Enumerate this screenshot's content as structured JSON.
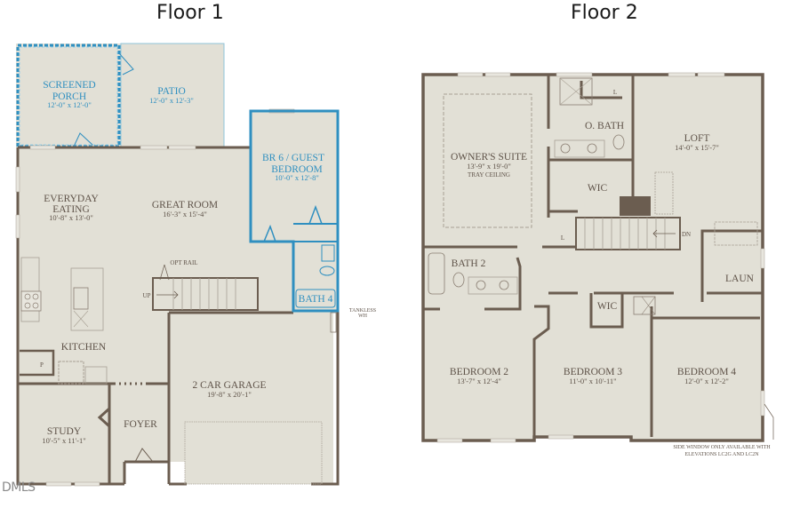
{
  "floors": [
    {
      "title": "Floor 1",
      "rooms": [
        {
          "name": "SCREENED",
          "name2": "PORCH",
          "dims": "12'-0\" x 12'-0\"",
          "highlight": true
        },
        {
          "name": "PATIO",
          "dims": "12'-0\" x 12'-3\""
        },
        {
          "name": "BR 6 / GUEST",
          "name2": "BEDROOM",
          "dims": "10'-0\" x 12'-8\"",
          "highlight": true
        },
        {
          "name": "EVERYDAY",
          "name2": "EATING",
          "dims": "10'-8\" x 13'-0\""
        },
        {
          "name": "GREAT ROOM",
          "dims": "16'-3\" x 15'-4\""
        },
        {
          "name": "BATH 4",
          "highlight": true
        },
        {
          "name": "KITCHEN"
        },
        {
          "name": "2 CAR GARAGE",
          "dims": "19'-8\" x 20'-1\""
        },
        {
          "name": "STUDY",
          "dims": "10'-5\" x 11'-1\""
        },
        {
          "name": "FOYER"
        }
      ],
      "annotations": {
        "opt_rail": "OPT RAIL",
        "up": "UP",
        "pantry": "P",
        "tankless_1": "TANKLESS",
        "tankless_2": "WH"
      }
    },
    {
      "title": "Floor 2",
      "rooms": [
        {
          "name": "OWNER'S SUITE",
          "dims": "13'-9\" x 19'-0\"",
          "note": "TRAY CEILING"
        },
        {
          "name": "O. BATH"
        },
        {
          "name": "WIC"
        },
        {
          "name": "LOFT",
          "dims": "14'-0\" x 15'-7\""
        },
        {
          "name": "BATH 2"
        },
        {
          "name": "LAUN"
        },
        {
          "name": "WIC"
        },
        {
          "name": "BEDROOM 2",
          "dims": "13'-7\" x 12'-4\""
        },
        {
          "name": "BEDROOM 3",
          "dims": "11'-0\" x 10'-11\""
        },
        {
          "name": "BEDROOM 4",
          "dims": "12'-0\" x 12'-2\""
        }
      ],
      "annotations": {
        "dn": "DN",
        "linen_1": "L",
        "linen_2": "L",
        "side_window_1": "SIDE WINDOW ONLY AVAILABLE WITH",
        "side_window_2": "ELEVATIONS LC2G AND LC2N"
      }
    }
  ],
  "watermark": "DMLS",
  "colors": {
    "wall": "#6b5d50",
    "floor_fill": "#e2e0d6",
    "highlight": "#2f8fc0",
    "text": "#5e5248"
  }
}
